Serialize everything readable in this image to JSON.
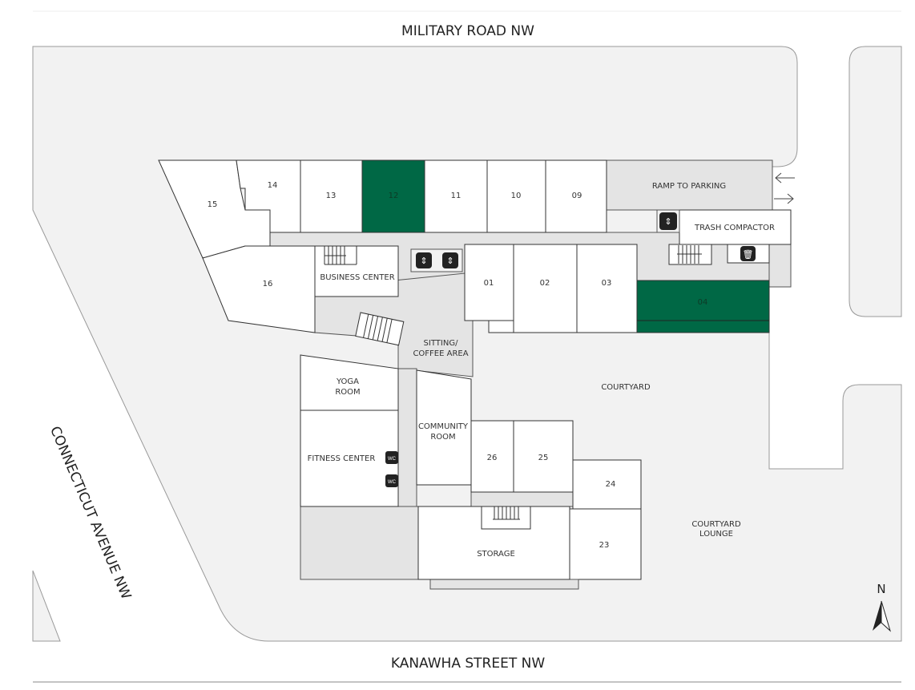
{
  "roads": {
    "north": "MILITARY ROAD NW",
    "south": "KANAWHA STREET NW",
    "west": "CONNECTICUT AVENUE NW"
  },
  "units": {
    "u15": "15",
    "u14": "14",
    "u13": "13",
    "u12": "12",
    "u11": "11",
    "u10": "10",
    "u09": "09",
    "u16": "16",
    "u01": "01",
    "u02": "02",
    "u03": "03",
    "u04": "04",
    "u26": "26",
    "u25": "25",
    "u24": "24",
    "u23": "23"
  },
  "highlighted_units": [
    "12",
    "04"
  ],
  "amenities": {
    "ramp": "RAMP TO PARKING",
    "trash": "TRASH COMPACTOR",
    "business": "BUSINESS CENTER",
    "sitting_1": "SITTING/",
    "sitting_2": "COFFEE AREA",
    "yoga_1": "YOGA",
    "yoga_2": "ROOM",
    "fitness": "FITNESS CENTER",
    "community_1": "COMMUNITY",
    "community_2": "ROOM",
    "storage": "STORAGE",
    "courtyard": "COURTYARD",
    "lounge_1": "COURTYARD",
    "lounge_2": "LOUNGE",
    "wc": "WC"
  },
  "compass": "N",
  "colors": {
    "highlight": "#006845",
    "site": "#f2f2f2",
    "common": "#e4e4e4"
  }
}
